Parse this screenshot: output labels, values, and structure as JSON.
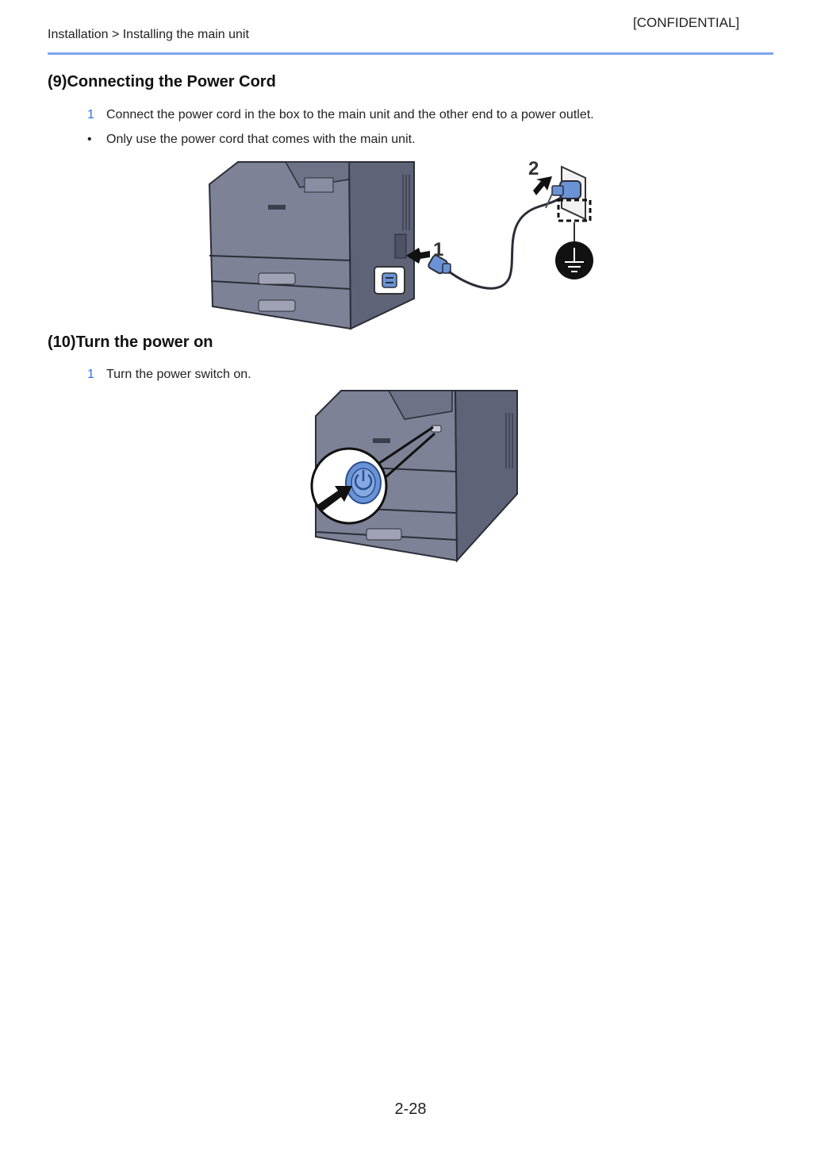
{
  "header": {
    "confidential": "[CONFIDENTIAL]",
    "breadcrumb": "Installation > Installing the main unit"
  },
  "sections": [
    {
      "heading": "(9)Connecting the Power Cord",
      "step_number": "1",
      "step_text": "Connect the power cord in the box to the main unit and the other end to a power outlet.",
      "bullet": "•",
      "note": "Only use the power cord that comes with the main unit.",
      "illustration": {
        "callouts": [
          "1",
          "2"
        ]
      }
    },
    {
      "heading": "(10)Turn the power on",
      "step_number": "1",
      "step_text": "Turn the power switch on."
    }
  ],
  "footer": {
    "page_number": "2-28"
  },
  "colors": {
    "header_rule": "#7fa6ee",
    "step_number": "#2f6fe0",
    "printer_body": "#7e8296",
    "printer_dark": "#5f6377",
    "plug_blue": "#6a93d6"
  }
}
